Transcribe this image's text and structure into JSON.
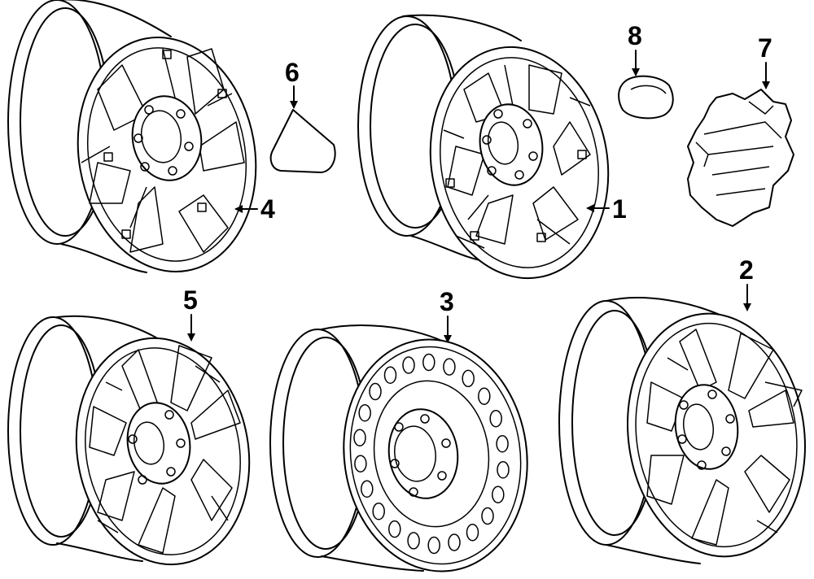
{
  "callouts": [
    {
      "id": "1",
      "label": "1"
    },
    {
      "id": "2",
      "label": "2"
    },
    {
      "id": "3",
      "label": "3"
    },
    {
      "id": "4",
      "label": "4"
    },
    {
      "id": "5",
      "label": "5"
    },
    {
      "id": "6",
      "label": "6"
    },
    {
      "id": "7",
      "label": "7"
    },
    {
      "id": "8",
      "label": "8"
    }
  ],
  "parts": [
    {
      "callout": "4",
      "icon": "wheel-twin-spoke-icon"
    },
    {
      "callout": "6",
      "icon": "wheel-emblem-icon"
    },
    {
      "callout": "1",
      "icon": "wheel-multi-spoke-icon"
    },
    {
      "callout": "8",
      "icon": "lug-nut-cap-icon"
    },
    {
      "callout": "7",
      "icon": "center-cap-icon"
    },
    {
      "callout": "5",
      "icon": "wheel-split-spoke-icon"
    },
    {
      "callout": "3",
      "icon": "steel-wheel-icon"
    },
    {
      "callout": "2",
      "icon": "wheel-six-spoke-icon"
    }
  ],
  "colors": {
    "line": "#000000",
    "background": "#ffffff"
  }
}
